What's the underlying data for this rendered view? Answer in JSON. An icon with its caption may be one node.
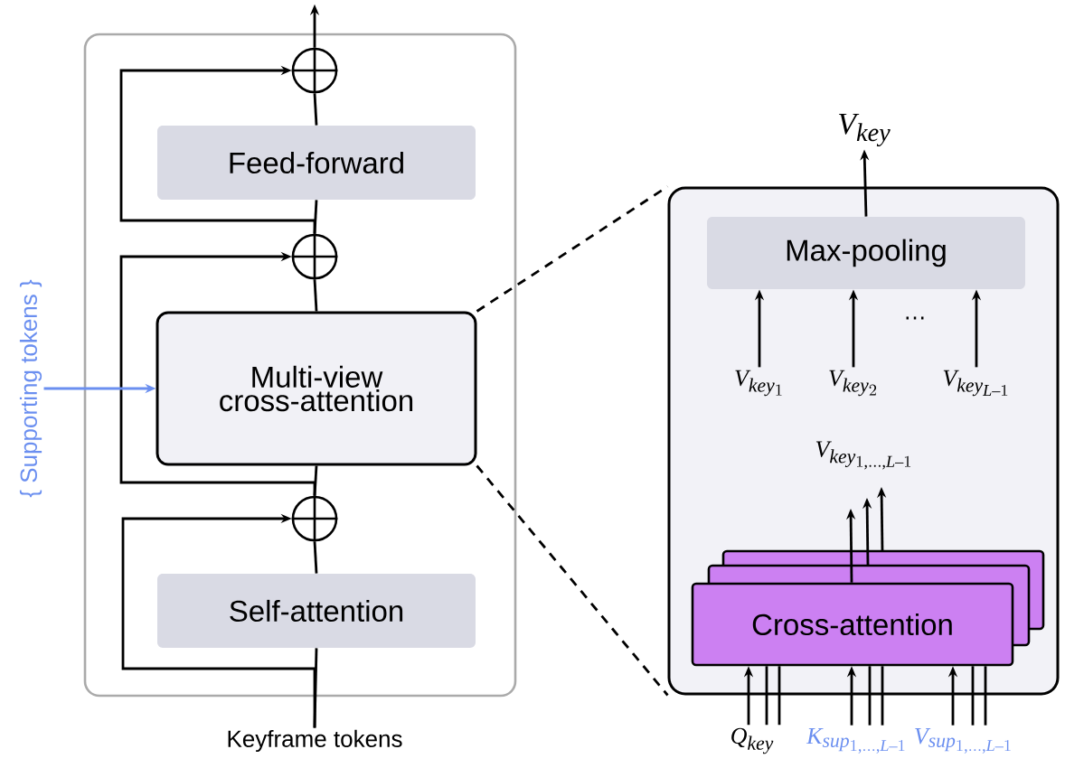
{
  "diagram": {
    "nodes": [
      {
        "text": [],
        "shape": "box"
      },
      {
        "text": [
          "Feed-forward"
        ],
        "in": 0
      },
      {
        "text": [
          "Multi-view cross-attention"
        ],
        "in": 0
      },
      {
        "text": [
          "Self-attention"
        ],
        "in": 0
      },
      {
        "text": [],
        "shape": "circle",
        "in": 0
      },
      {
        "text": [],
        "shape": "circle",
        "in": 0
      },
      {
        "text": [],
        "shape": "circle",
        "in": 0
      },
      {
        "text": [
          "{ Supporting tokens }"
        ]
      },
      {
        "text": [
          "Keyframe tokens"
        ]
      },
      {
        "text": [],
        "shape": "box"
      },
      {
        "text": [
          "Max-pooling"
        ],
        "in": 9
      },
      {
        "text": [
          "Cross-attention"
        ],
        "in": 9
      },
      {
        "text": [
          "V_{key}"
        ]
      },
      {
        "text": [
          "V_{key_1}"
        ],
        "in": 9
      },
      {
        "text": [
          "V_{key_2}"
        ],
        "in": 9
      },
      {
        "text": [
          "V_{key_{L-1}}"
        ],
        "in": 9
      },
      {
        "text": [
          "V_{key_{1,\\ldots,L-1}}"
        ],
        "in": 9
      },
      {
        "text": [
          "Q_{key}"
        ]
      },
      {
        "text": [
          "K_{sup_{1,\\ldots,L-1}}"
        ]
      },
      {
        "text": [
          "V_{sup_{1,\\ldots,L-1}}"
        ]
      }
    ],
    "edges": [
      {
        "from": 8,
        "to": 3,
        "arrow": "none"
      },
      {
        "from": 8,
        "to": 6,
        "arrow": "to"
      },
      {
        "from": 3,
        "to": 6,
        "arrow": "none"
      },
      {
        "from": 6,
        "to": 2,
        "arrow": "none"
      },
      {
        "from": 6,
        "to": 5,
        "arrow": "to"
      },
      {
        "from": 2,
        "to": 5,
        "arrow": "none"
      },
      {
        "from": 5,
        "to": 1,
        "arrow": "none"
      },
      {
        "from": 5,
        "to": 4,
        "arrow": "to"
      },
      {
        "from": 1,
        "to": 4,
        "arrow": "none"
      },
      {
        "from": 4,
        "to": null,
        "arrow": "to"
      },
      {
        "from": 7,
        "to": 2,
        "arrow": "to",
        "color": "#6b8ff0"
      },
      {
        "from": 2,
        "to": 9,
        "arrow": "none",
        "style": "dashed"
      },
      {
        "from": 2,
        "to": 9,
        "arrow": "none",
        "style": "dashed"
      },
      {
        "from": 10,
        "to": 12,
        "arrow": "to"
      },
      {
        "from": 13,
        "to": 10,
        "arrow": "to"
      },
      {
        "from": 14,
        "to": 10,
        "arrow": "to"
      },
      {
        "from": 15,
        "to": 10,
        "arrow": "to"
      },
      {
        "from": 11,
        "to": 16,
        "arrow": "to"
      },
      {
        "from": 11,
        "to": 16,
        "arrow": "to"
      },
      {
        "from": 11,
        "to": 16,
        "arrow": "to"
      },
      {
        "from": 17,
        "to": 11,
        "arrow": "to"
      },
      {
        "from": 17,
        "to": 11,
        "arrow": "none"
      },
      {
        "from": 17,
        "to": 11,
        "arrow": "none"
      },
      {
        "from": 18,
        "to": 11,
        "arrow": "to"
      },
      {
        "from": 18,
        "to": 11,
        "arrow": "none"
      },
      {
        "from": 18,
        "to": 11,
        "arrow": "none"
      },
      {
        "from": 19,
        "to": 11,
        "arrow": "to"
      },
      {
        "from": 19,
        "to": 11,
        "arrow": "none"
      },
      {
        "from": 19,
        "to": 11,
        "arrow": "none"
      }
    ],
    "labels": [
      "…"
    ]
  }
}
